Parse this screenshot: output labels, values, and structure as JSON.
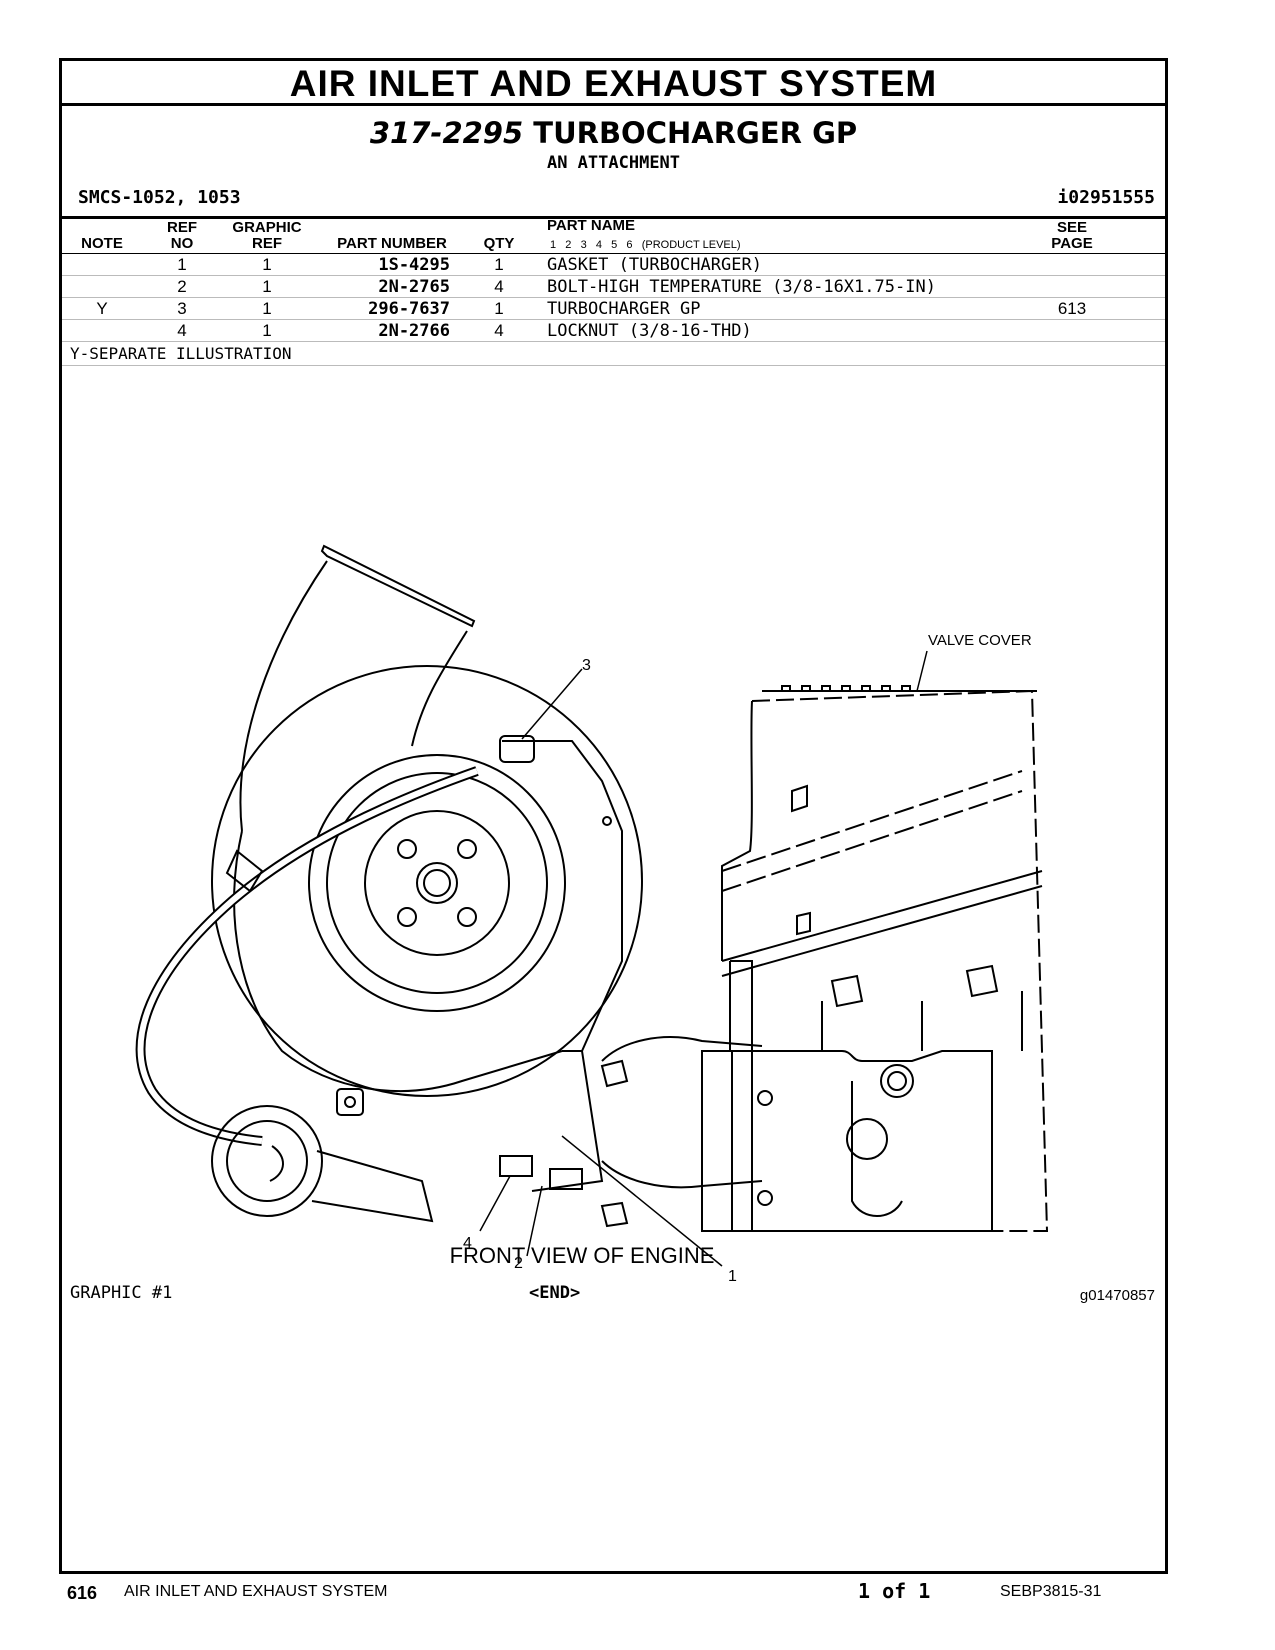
{
  "header": {
    "section_title": "AIR INLET AND EXHAUST SYSTEM",
    "group_number": "317-2295",
    "group_name": "TURBOCHARGER GP",
    "subtitle": "AN ATTACHMENT",
    "smcs": "SMCS-1052, 1053",
    "ident": "i02951555"
  },
  "table": {
    "columns": {
      "note": "NOTE",
      "ref_no": [
        "REF",
        "NO"
      ],
      "graphic_ref": [
        "GRAPHIC",
        "REF"
      ],
      "part_number": "PART NUMBER",
      "qty": "QTY",
      "part_name": "PART NAME",
      "product_level": "1   2   3   4   5   6   (PRODUCT LEVEL)",
      "see_page": [
        "SEE",
        "PAGE"
      ]
    },
    "rows": [
      {
        "note": "",
        "ref_no": "1",
        "graphic_ref": "1",
        "part_number": "1S-4295",
        "qty": "1",
        "part_name": "GASKET (TURBOCHARGER)",
        "see_page": ""
      },
      {
        "note": "",
        "ref_no": "2",
        "graphic_ref": "1",
        "part_number": "2N-2765",
        "qty": "4",
        "part_name": "BOLT-HIGH TEMPERATURE (3/8-16X1.75-IN)",
        "see_page": ""
      },
      {
        "note": "Y",
        "ref_no": "3",
        "graphic_ref": "1",
        "part_number": "296-7637",
        "qty": "1",
        "part_name": "TURBOCHARGER GP",
        "see_page": "613"
      },
      {
        "note": "",
        "ref_no": "4",
        "graphic_ref": "1",
        "part_number": "2N-2766",
        "qty": "4",
        "part_name": "LOCKNUT (3/8-16-THD)",
        "see_page": ""
      }
    ],
    "note_line": "Y-SEPARATE ILLUSTRATION"
  },
  "illustration": {
    "callouts": {
      "c1": "1",
      "c2": "2",
      "c3": "3",
      "c4": "4"
    },
    "valve_cover_label": "VALVE COVER",
    "view_caption": "FRONT VIEW OF ENGINE",
    "graphic_label": "GRAPHIC #1",
    "end_label": "<END>",
    "graphic_id": "g01470857"
  },
  "footer": {
    "page_number": "616",
    "section": "AIR INLET AND EXHAUST SYSTEM",
    "page_of": "1 of 1",
    "doc_id": "SEBP3815-31"
  }
}
